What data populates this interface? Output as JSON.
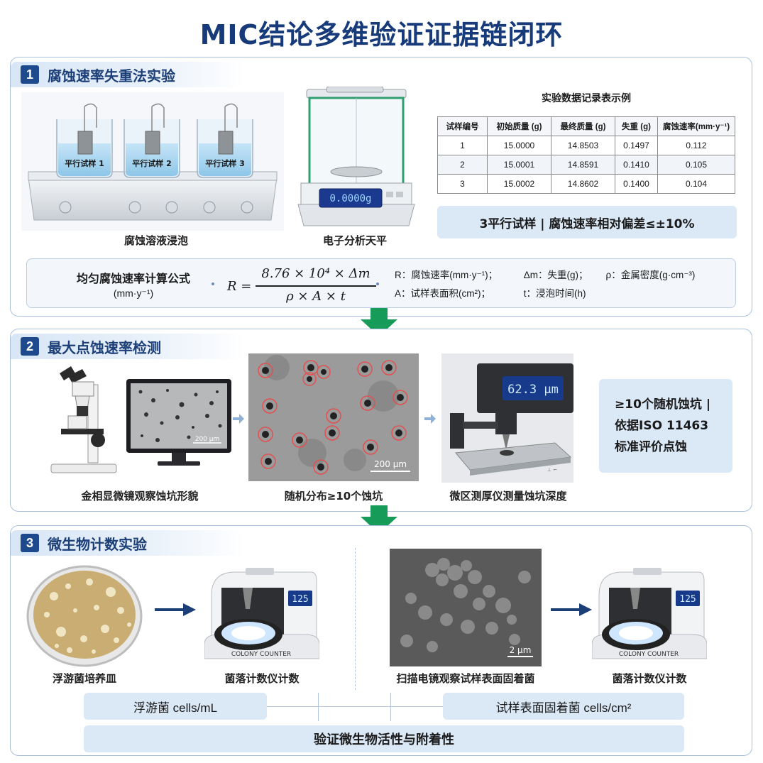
{
  "title": "MIC结论多维验证证据链闭环",
  "colors": {
    "primary": "#163a7a",
    "panel_border": "#a9c0dc",
    "note_bg": "#dbe8f6",
    "arrow_green": "#179b58",
    "arrow_navy": "#1d3f78"
  },
  "section1": {
    "number": "1",
    "title": "腐蚀速率失重法实验",
    "beaker_labels": [
      "平行试样 1",
      "平行试样 2",
      "平行试样 3"
    ],
    "caption_left": "腐蚀溶液浸泡",
    "caption_right": "电子分析天平",
    "balance_display": "0.0000g",
    "table": {
      "title": "实验数据记录表示例",
      "headers": [
        "试样编号",
        "初始质量 (g)",
        "最终质量 (g)",
        "失重 (g)",
        "腐蚀速率(mm·y⁻¹)"
      ],
      "rows": [
        [
          "1",
          "15.0000",
          "14.8503",
          "0.1497",
          "0.112"
        ],
        [
          "2",
          "15.0001",
          "14.8591",
          "0.1410",
          "0.105"
        ],
        [
          "3",
          "15.0002",
          "14.8602",
          "0.1400",
          "0.104"
        ]
      ]
    },
    "note": "3平行试样 | 腐蚀速率相对偏差≤±10%",
    "formula": {
      "label": "均匀腐蚀速率计算公式",
      "unit": "(mm·y⁻¹)",
      "lhs": "R =",
      "numerator": "8.76 × 10⁴ × Δm",
      "denominator": "ρ × A × t",
      "vars_line1": [
        "R：腐蚀速率(mm·y⁻¹)；",
        "Δm：失重(g)；",
        "ρ：金属密度(g·cm⁻³)"
      ],
      "vars_line2": [
        "A：试样表面积(cm²)；",
        "t：浸泡时间(h)"
      ]
    }
  },
  "section2": {
    "number": "2",
    "title": "最大点蚀速率检测",
    "caption_1": "金相显微镜观察蚀坑形貌",
    "caption_2": "随机分布≥10个蚀坑",
    "caption_3": "微区测厚仪测量蚀坑深度",
    "monitor_scale": "200 μm",
    "micro_scale": "200 μm",
    "gauge_display": "62.3 μm",
    "note": [
      "≥10个随机蚀坑 |",
      "依据ISO 11463",
      "标准评价点蚀"
    ]
  },
  "section3": {
    "number": "3",
    "title": "微生物计数实验",
    "caption_1": "浮游菌培养皿",
    "caption_2": "菌落计数仪计数",
    "caption_3": "扫描电镜观察试样表面固着菌",
    "caption_4": "菌落计数仪计数",
    "counter_display": "125",
    "counter_brand_1": "COLONY COUNTER",
    "counter_brand_2": "COLONY COUNTER",
    "sem_scale": "2 μm",
    "result_left": "浮游菌 cells/mL",
    "result_right": "试样表面固着菌 cells/cm²",
    "conclusion": "验证微生物活性与附着性"
  }
}
